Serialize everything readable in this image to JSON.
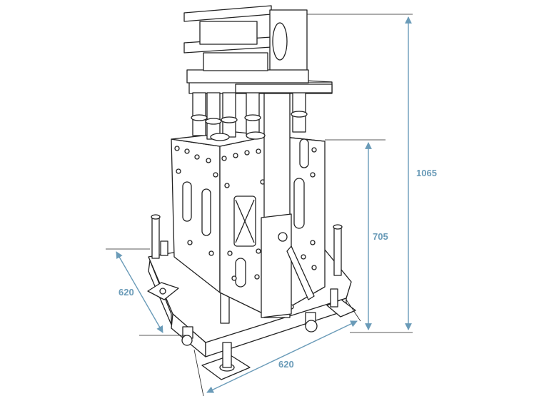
{
  "diagram": {
    "dimensions": {
      "overall_height": "1065",
      "column_height": "705",
      "depth": "620",
      "width": "620"
    },
    "colors": {
      "dimension_line": "#6a9bb8",
      "dimension_text": "#6a9bb8",
      "drawing_line": "#222222",
      "fill": "#ffffff"
    }
  }
}
